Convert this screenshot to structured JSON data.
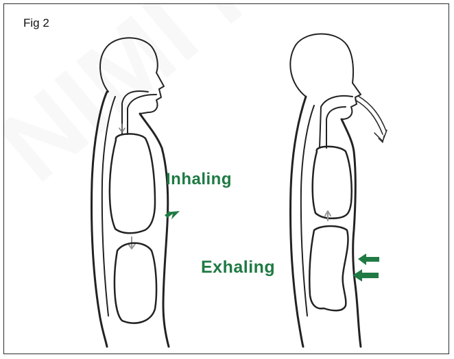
{
  "figure": {
    "label": "Fig 2"
  },
  "labels": {
    "inhaling": "Inhaling",
    "exhaling": "Exhaling"
  },
  "watermark": {
    "text": "NIMI REPUBLISHED"
  },
  "colors": {
    "label_green": "#1f7a44",
    "outline": "#222222",
    "arrow_gray": "#888888"
  }
}
